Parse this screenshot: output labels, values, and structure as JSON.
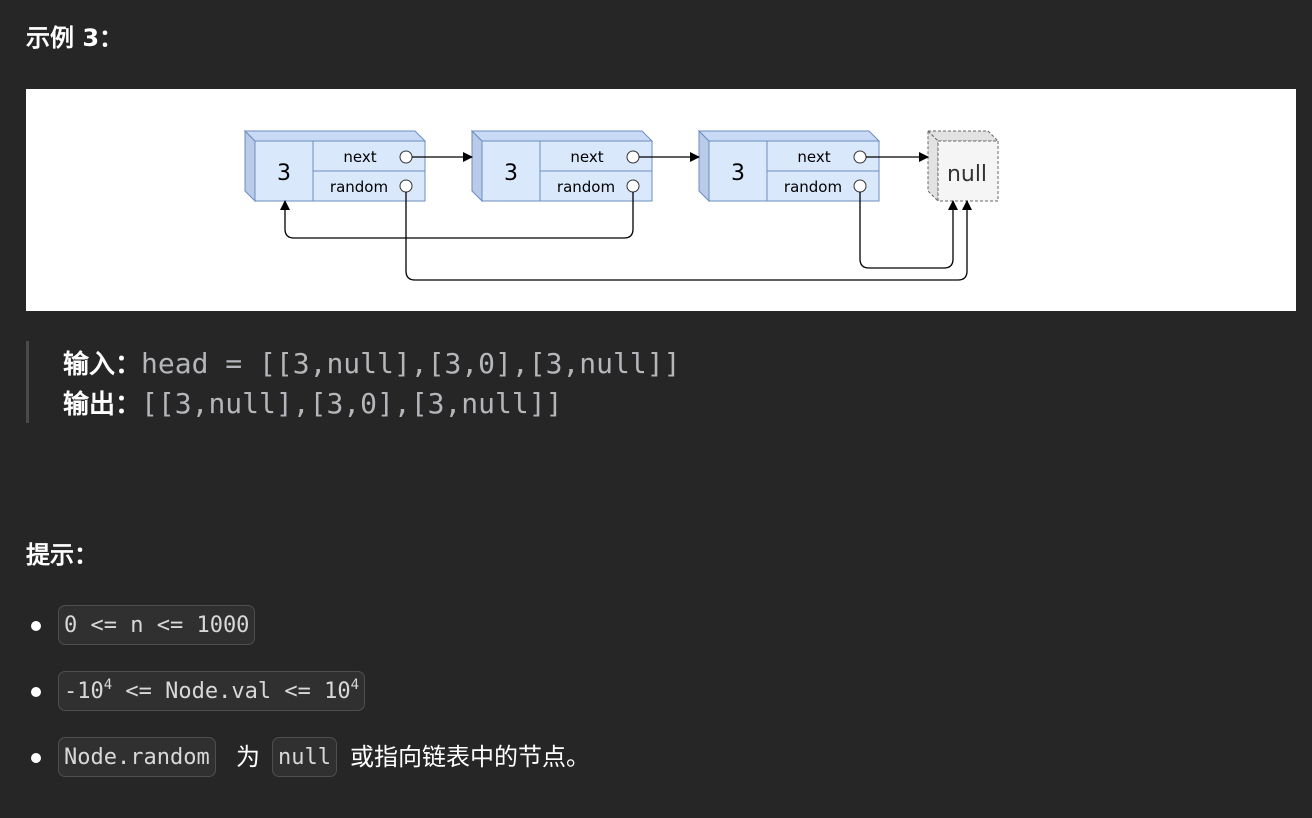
{
  "example": {
    "title": "示例 3："
  },
  "figure": {
    "nodes": [
      {
        "value": "3",
        "next_label": "next",
        "random_label": "random"
      },
      {
        "value": "3",
        "next_label": "next",
        "random_label": "random"
      },
      {
        "value": "3",
        "next_label": "next",
        "random_label": "random"
      }
    ],
    "null_label": "null"
  },
  "io": {
    "input_label": "输入：",
    "input_value": "head = [[3,null],[3,0],[3,null]]",
    "output_label": "输出：",
    "output_value": "[[3,null],[3,0],[3,null]]"
  },
  "hints": {
    "title": "提示：",
    "item1_code": "0 <= n <= 1000",
    "item2_part1": "-10",
    "item2_exp1": "4",
    "item2_part2": " <= Node.val <= 10",
    "item2_exp2": "4",
    "item3_code1": "Node.random",
    "item3_text1": "为",
    "item3_code2": "null",
    "item3_text2": "或指向链表中的节点。"
  },
  "colors": {
    "page_bg": "#262626",
    "node_fill": "#dae8fc",
    "node_stroke": "#6c8ebf",
    "null_fill": "#f5f5f5"
  }
}
